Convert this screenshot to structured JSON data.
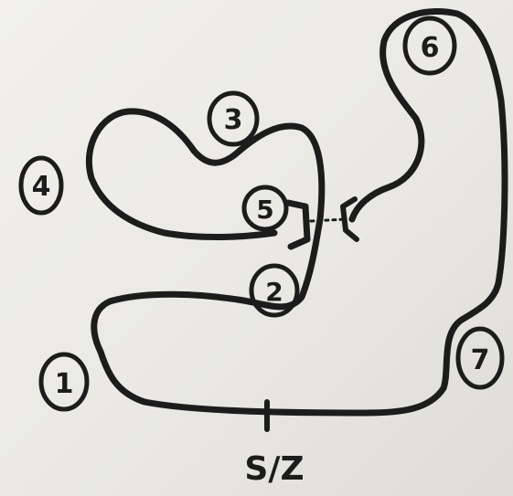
{
  "diagram": {
    "corners": [
      {
        "id": "corner-1",
        "label": "1"
      },
      {
        "id": "corner-2",
        "label": "2"
      },
      {
        "id": "corner-3",
        "label": "3"
      },
      {
        "id": "corner-4",
        "label": "4"
      },
      {
        "id": "corner-5",
        "label": "5"
      },
      {
        "id": "corner-6",
        "label": "6"
      },
      {
        "id": "corner-7",
        "label": "7"
      }
    ],
    "start_finish_label": "S/Z"
  }
}
